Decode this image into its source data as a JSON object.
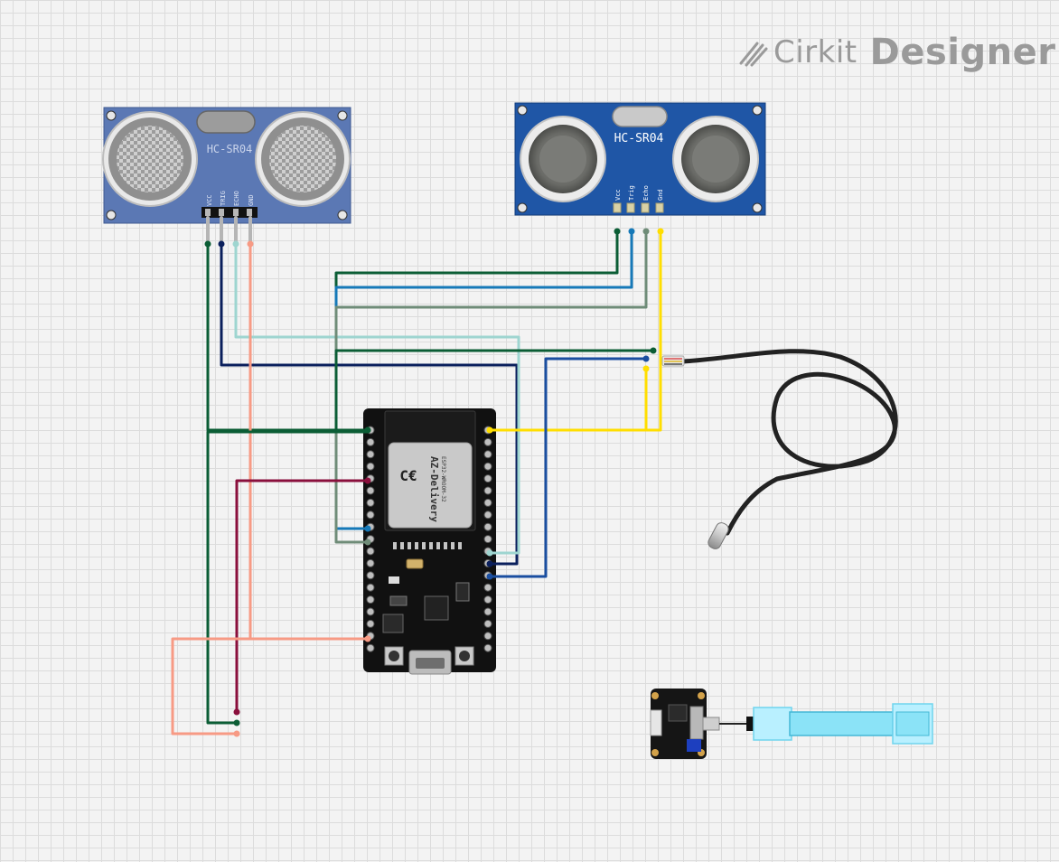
{
  "brand": {
    "name_light": "Cirkit",
    "name_bold": "Designer"
  },
  "components": {
    "sensor_left": {
      "label": "HC-SR04",
      "pins": [
        "VCC",
        "TRIG",
        "ECHO",
        "GND"
      ]
    },
    "sensor_right": {
      "label": "HC-SR04",
      "pins": [
        "Vcc",
        "Trig",
        "Echo",
        "Gnd"
      ]
    },
    "esp32": {
      "module_brand": "AZ-Delivery",
      "module_model": "ESP32-WROOM-32"
    },
    "temperature_probe": {},
    "level_sensor": {}
  },
  "colors": {
    "wire_dark_green": "#0b5d35",
    "wire_navy": "#0a1f5c",
    "wire_light_teal": "#9ed5d0",
    "wire_salmon": "#f79a84",
    "wire_blue": "#1679b8",
    "wire_gray_green": "#6f8c78",
    "wire_yellow": "#ffde00",
    "wire_royal_blue": "#1a4ea0",
    "wire_maroon": "#8a0f3c",
    "sensor_left_board": "#5b78b4",
    "sensor_right_board": "#1f56a6",
    "esp32_board": "#111111"
  }
}
